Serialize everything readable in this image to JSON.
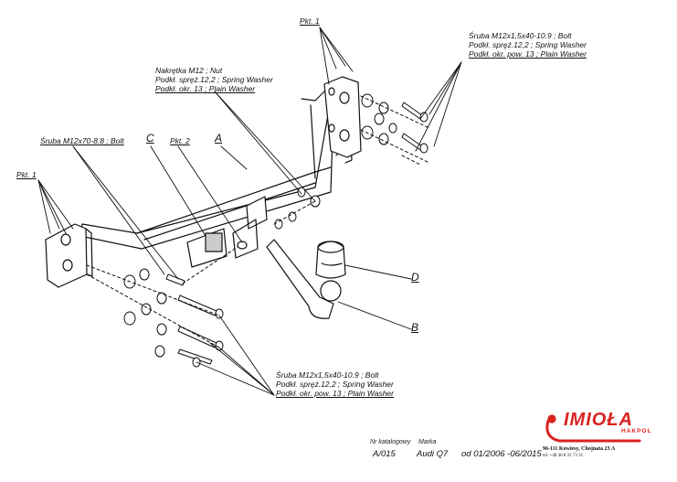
{
  "labels": {
    "pkt1_top": "Pkt. 1",
    "pkt1_left": "Pkt. 1",
    "pkt2": "Pkt. 2",
    "letter_a": "A",
    "letter_b": "B",
    "letter_c": "C",
    "letter_d": "D",
    "bolt_right": [
      "Śruba M12x1,5x40-10.9 ;  Bolt",
      "Podkł. spręż.12,2 ; Spring Washer",
      "Podkł. okr. pow. 13 ; Plain Washer"
    ],
    "nut_center": [
      "Nakrętka  M12 ; Nut",
      "Podkł. spręż.12,2 ; Spring Washer",
      "Podkł. okr. 13 ; Plain Washer"
    ],
    "bolt_left": "Śruba M12x70-8.8 ;  Bolt",
    "bolt_bottom": [
      "Śruba M12x1,5x40-10.9 ;  Bolt",
      "Podkł. spręż.12,2 ; Spring Washer",
      "Podkł. okr. pow. 13 ; Plain Washer"
    ]
  },
  "footer": {
    "catalog_label": "Nr katalogowy",
    "catalog_value": "A/015",
    "brand_label": "Marka",
    "brand_value": "Audi Q7",
    "date_range": "od 01/2006 -06/2015",
    "logo_text": "IMIOŁA",
    "logo_sub": "HAKPOL",
    "address": "96-111 Kowiesy, Chojnata 23 A",
    "phone": "tel. +48 46 8 31 73 31"
  },
  "colors": {
    "logo_red": "#d8231f",
    "line": "#111111"
  }
}
